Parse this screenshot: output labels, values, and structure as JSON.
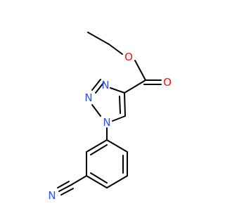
{
  "molecule": {
    "atoms": [
      {
        "id": "o_ether",
        "symbol": "O",
        "color": "#ff0d0d"
      },
      {
        "id": "o_carbonyl",
        "symbol": "O",
        "color": "#ff0d0d"
      },
      {
        "id": "n_3",
        "symbol": "N",
        "color": "#3050f8"
      },
      {
        "id": "n_2",
        "symbol": "N",
        "color": "#3050f8"
      },
      {
        "id": "n_1",
        "symbol": "N",
        "color": "#3050f8"
      },
      {
        "id": "n_nitrile",
        "symbol": "N",
        "color": "#3050f8"
      }
    ],
    "bond_color": "#000000"
  }
}
